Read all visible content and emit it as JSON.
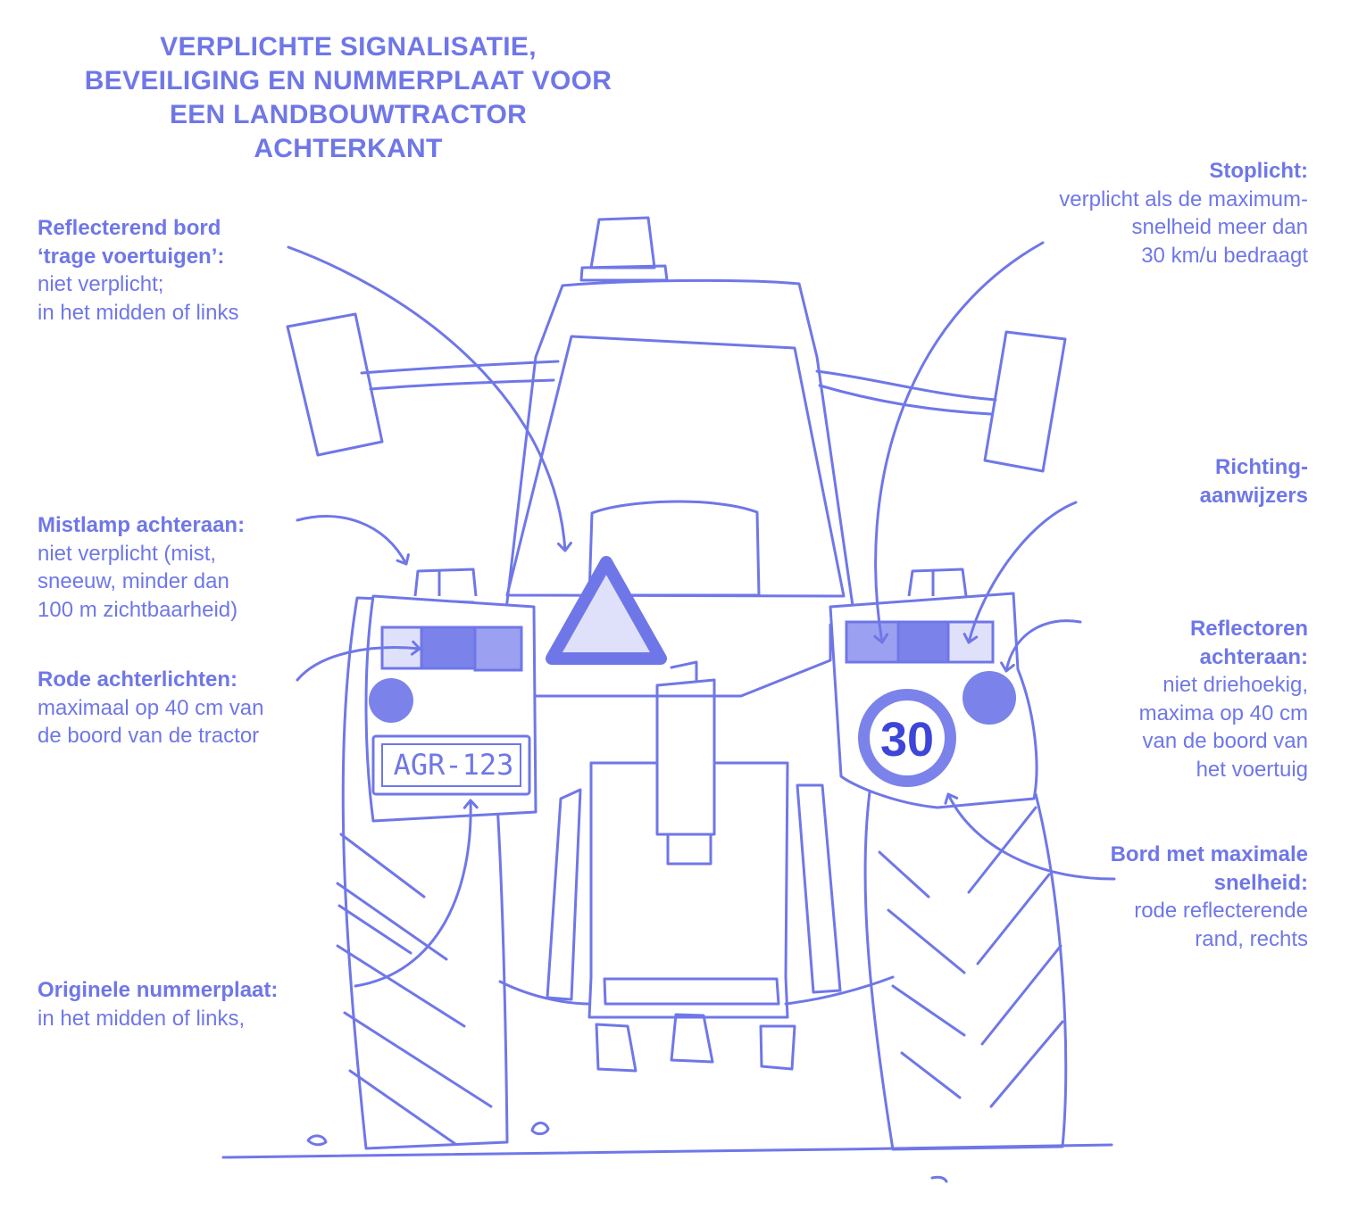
{
  "title": {
    "lines": [
      "VERPLICHTE SIGNALISATIE,",
      "BEVEILIGING EN NUMMERPLAAT VOOR",
      "EEN LANDBOUWTRACTOR",
      "ACHTERKANT"
    ]
  },
  "labels": {
    "reflecterend": {
      "heading": [
        "Reflecterend bord",
        "‘trage voertuigen’:"
      ],
      "text": [
        "niet verplicht;",
        "in het midden of links"
      ]
    },
    "mistlamp": {
      "heading": [
        "Mistlamp achteraan:"
      ],
      "text": [
        "niet verplicht (mist,",
        "sneeuw, minder dan",
        "100 m zichtbaarheid)"
      ]
    },
    "achterlichten": {
      "heading": [
        "Rode achterlichten:"
      ],
      "text": [
        "maximaal op 40 cm van",
        "de boord van de tractor"
      ]
    },
    "nummerplaat": {
      "heading": [
        "Originele nummerplaat:"
      ],
      "text": [
        "in het midden of links,"
      ]
    },
    "stoplicht": {
      "heading": [
        "Stoplicht:"
      ],
      "text": [
        "verplicht als de maximum-",
        "snelheid meer dan",
        "30 km/u bedraagt"
      ]
    },
    "richting": {
      "heading": [
        "Richting-",
        "aanwijzers"
      ],
      "text": []
    },
    "reflectoren": {
      "heading": [
        "Reflectoren",
        "achteraan:"
      ],
      "text": [
        "niet driehoekig,",
        "maxima op 40 cm",
        "van de boord van",
        "het voertuig"
      ]
    },
    "snelheid": {
      "heading": [
        "Bord met maximale",
        "snelheid:"
      ],
      "text": [
        "rode reflecterende",
        "rand, rechts"
      ]
    }
  },
  "plate": {
    "text": "AGR-123"
  },
  "speed_sign": {
    "text": "30"
  },
  "colors": {
    "line": "#6f77e8",
    "fill_dark": "#7b83ea",
    "fill_mid": "#9ba1f0",
    "fill_light": "#dfe1fa",
    "sign_text": "#3d46d8"
  }
}
